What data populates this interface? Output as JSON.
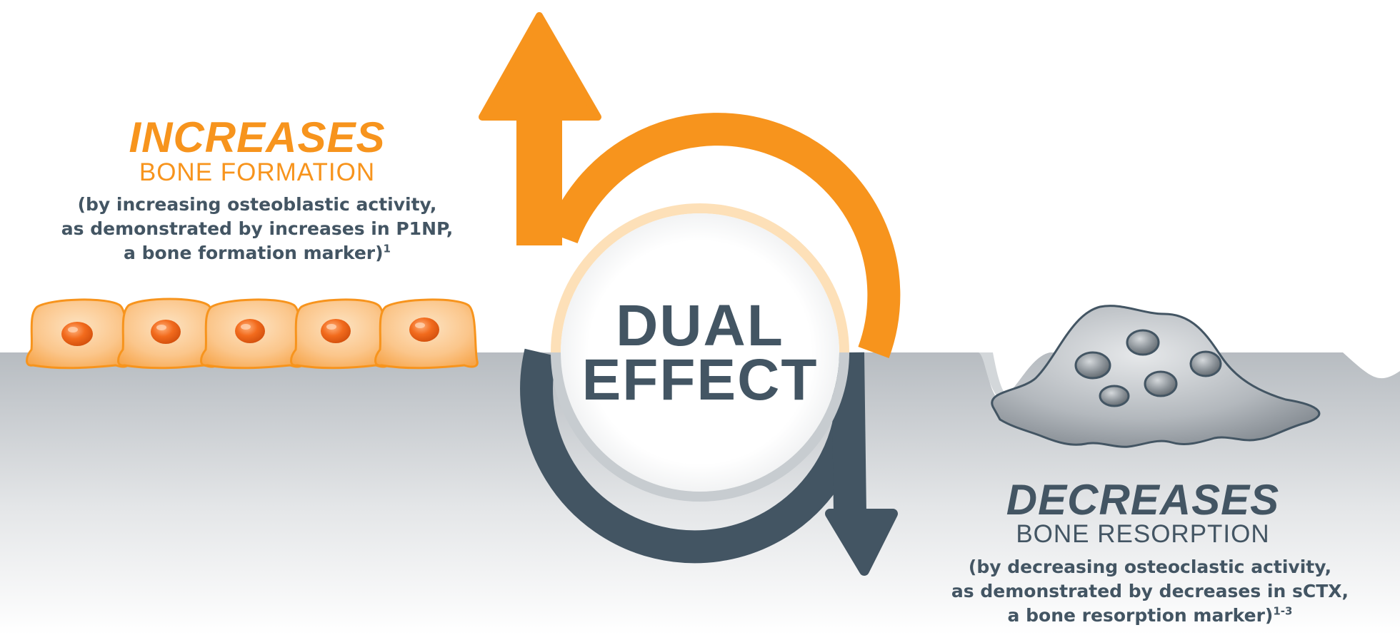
{
  "colors": {
    "orange": "#F7941D",
    "slate": "#435563",
    "cell_fill": "#FBC68B",
    "nucleus": "#F26B1D",
    "bone_gray": "#C9CDD1",
    "osteoclast": "#A7ADB3"
  },
  "center": {
    "line1": "DUAL",
    "line2": "EFFECT"
  },
  "increases": {
    "headline": "INCREASES",
    "subtitle": "BONE FORMATION",
    "desc_lines": [
      "(by increasing osteoblastic activity,",
      "as demonstrated by increases in P1NP,",
      "a bone formation marker)"
    ],
    "footnote": "1"
  },
  "decreases": {
    "headline": "DECREASES",
    "subtitle": "BONE RESORPTION",
    "desc_lines": [
      "(by decreasing osteoclastic activity,",
      "as demonstrated by decreases in sCTX,",
      "a bone resorption marker)"
    ],
    "footnote": "1-3"
  },
  "icons": {
    "osteoblast_cells": "osteoblast-cell-icon",
    "osteoclast": "osteoclast-icon",
    "arrow_up": "arrow-up-icon",
    "arrow_down": "arrow-down-icon"
  }
}
